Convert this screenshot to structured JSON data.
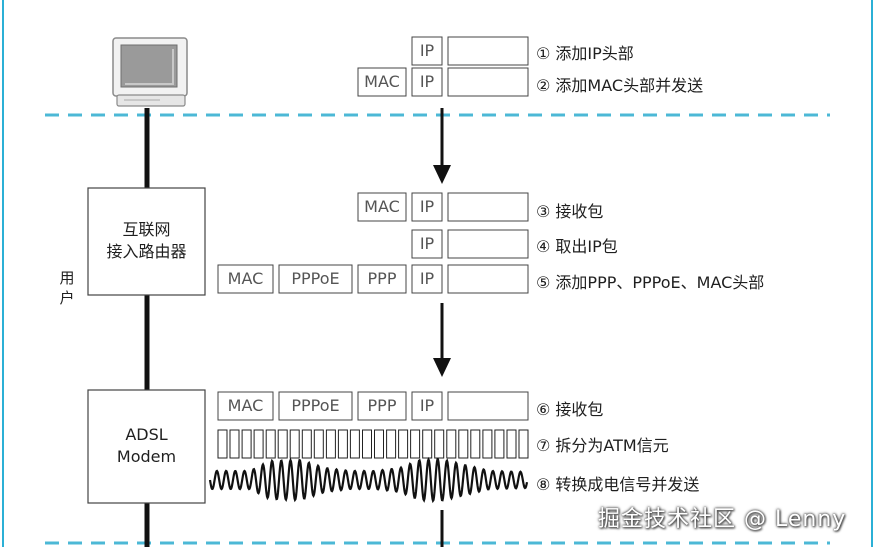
{
  "colors": {
    "frame_blue": "#2bb0d6",
    "dashed_blue": "#4cb8d6",
    "line_black": "#111111",
    "box_border": "#444444",
    "box_text": "#555555"
  },
  "side_label": "用户",
  "devices": {
    "router": {
      "line1": "互联网",
      "line2": "接入路由器"
    },
    "modem": {
      "line1": "ADSL",
      "line2": "Modem"
    }
  },
  "steps": [
    {
      "text": "① 添加IP头部",
      "headers": [
        "IP"
      ]
    },
    {
      "text": "② 添加MAC头部并发送",
      "headers": [
        "MAC",
        "IP"
      ]
    },
    {
      "text": "③ 接收包",
      "headers": [
        "MAC",
        "IP"
      ]
    },
    {
      "text": "④ 取出IP包",
      "headers": [
        "IP"
      ]
    },
    {
      "text": "⑤ 添加PPP、PPPoE、MAC头部",
      "headers": [
        "MAC",
        "PPPoE",
        "PPP",
        "IP"
      ]
    },
    {
      "text": "⑥ 接收包",
      "headers": [
        "MAC",
        "PPPoE",
        "PPP",
        "IP"
      ]
    },
    {
      "text": "⑦ 拆分为ATM信元",
      "headers": []
    },
    {
      "text": "⑧ 转换成电信号并发送",
      "headers": []
    }
  ],
  "atm_cell_count": 26,
  "watermark": "掘金技术社区 @ Lenny"
}
